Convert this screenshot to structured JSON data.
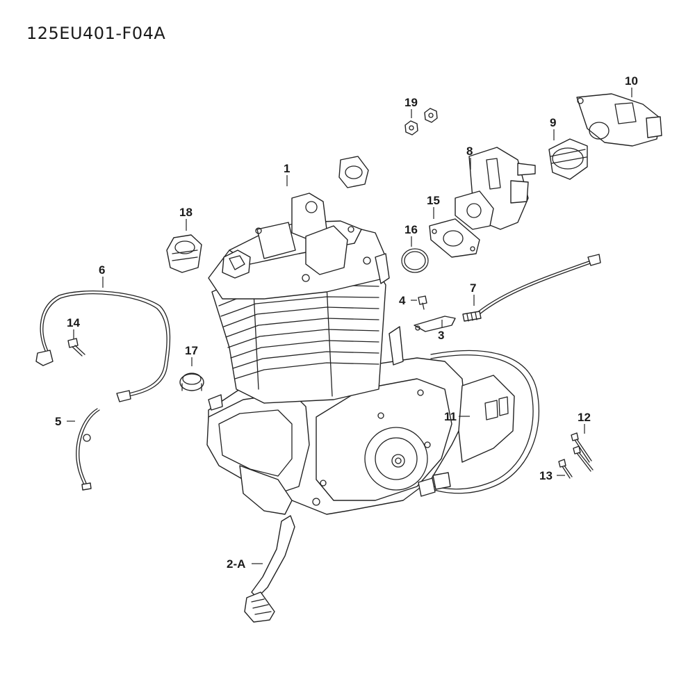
{
  "diagram": {
    "code": "125EU401-F04A",
    "callouts": {
      "c1": "1",
      "c2a": "2-A",
      "c3": "3",
      "c4": "4",
      "c5": "5",
      "c6": "6",
      "c7": "7",
      "c8": "8",
      "c9": "9",
      "c10": "10",
      "c11": "11",
      "c12": "12",
      "c13": "13",
      "c14": "14",
      "c15": "15",
      "c16": "16",
      "c17": "17",
      "c18": "18",
      "c19": "19"
    }
  }
}
